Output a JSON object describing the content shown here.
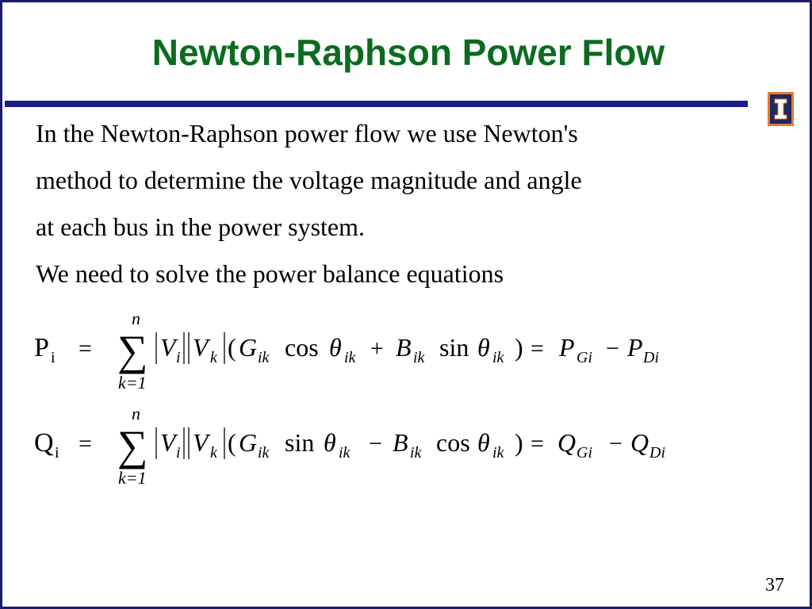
{
  "title": "Newton-Raphson Power Flow",
  "paragraph_lines": [
    "In the Newton-Raphson power flow we use Newton's",
    "method to determine the voltage magnitude and angle",
    "at each bus in the power system.",
    "We need to solve the power balance equations"
  ],
  "equation_P": {
    "lhs": "P",
    "lhs_sub": "i",
    "eq": "=",
    "sum_upper": "n",
    "sum_lower": "k=1",
    "V1": "V",
    "V1_sub": "i",
    "V2": "V",
    "V2_sub": "k",
    "G": "G",
    "G_sub": "ik",
    "trig1": "cos",
    "theta1": "θ",
    "theta1_sub": "ik",
    "op": "+",
    "B": "B",
    "B_sub": "ik",
    "trig2": "sin",
    "theta2": "θ",
    "theta2_sub": "ik",
    "rhs1": "P",
    "rhs1_sub": "Gi",
    "minus": "−",
    "rhs2": "P",
    "rhs2_sub": "Di"
  },
  "equation_Q": {
    "lhs": "Q",
    "lhs_sub": "i",
    "eq": "=",
    "sum_upper": "n",
    "sum_lower": "k=1",
    "V1": "V",
    "V1_sub": "i",
    "V2": "V",
    "V2_sub": "k",
    "G": "G",
    "G_sub": "ik",
    "trig1": "sin",
    "theta1": "θ",
    "theta1_sub": "ik",
    "op": "−",
    "B": "B",
    "B_sub": "ik",
    "trig2": "cos",
    "theta2": "θ",
    "theta2_sub": "ik",
    "rhs1": "Q",
    "rhs1_sub": "Gi",
    "minus": "−",
    "rhs2": "Q",
    "rhs2_sub": "Di"
  },
  "page_number": "37",
  "colors": {
    "title": "#0b6b1f",
    "rule": "#1a1a8c",
    "border": "#1a1a6e",
    "logo_bg": "#1b2a63",
    "logo_accent": "#e8792a"
  },
  "logo_icon": "illinois-block-i-icon"
}
